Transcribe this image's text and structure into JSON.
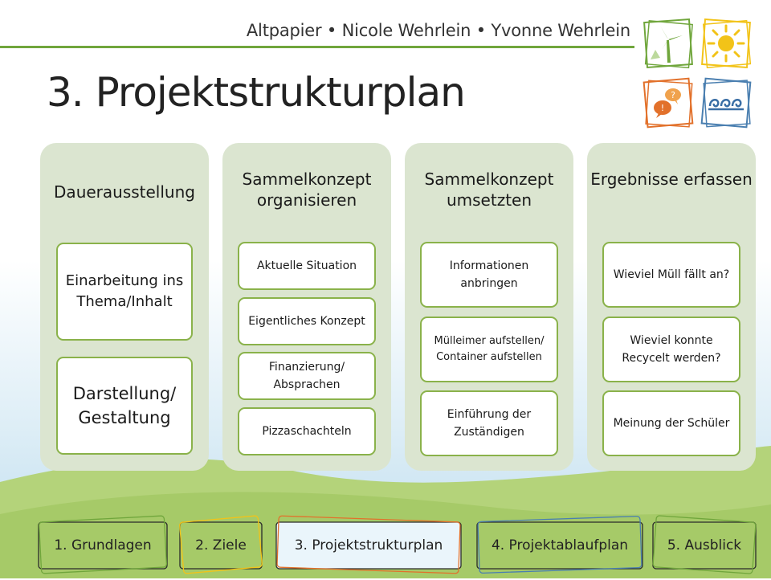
{
  "header": {
    "authors": "Altpapier • Nicole Wehrlein • Yvonne Wehrlein",
    "title": "3. Projektstrukturplan"
  },
  "logos": [
    {
      "icon": "wind-turbine-icon",
      "color": "#70a63c"
    },
    {
      "icon": "sun-icon",
      "color": "#f2c318"
    },
    {
      "icon": "speech-bubbles-icon",
      "color": "#e2712b"
    },
    {
      "icon": "waves-icon",
      "color": "#4a7fb0"
    }
  ],
  "columns": [
    {
      "heading": "Dauerausstellung",
      "items": [
        "Einarbeitung ins Thema/Inhalt",
        "Darstellung/ Gestaltung"
      ]
    },
    {
      "heading": "Sammelkonzept organisieren",
      "items": [
        "Aktuelle Situation",
        "Eigentliches Konzept",
        "Finanzierung/ Absprachen",
        "Pizzaschachteln"
      ]
    },
    {
      "heading": "Sammelkonzept umsetzten",
      "items": [
        "Informationen anbringen",
        "Mülleimer aufstellen/ Container aufstellen",
        "Einführung der Zuständigen"
      ]
    },
    {
      "heading": "Ergebnisse erfassen",
      "items": [
        "Wieviel Müll fällt an?",
        "Wieviel konnte Recycelt werden?",
        "Meinung der Schüler"
      ]
    }
  ],
  "nav": {
    "tabs": [
      "1. Grundlagen",
      "2. Ziele",
      "3. Projektstrukturplan",
      "4. Projektablaufplan",
      "5. Ausblick"
    ],
    "active": "3. Projektstrukturplan"
  },
  "colors": {
    "accent_green": "#70a63c",
    "box_border": "#8ab24a",
    "column_fill": "#dbe5d0",
    "orange": "#e2712b",
    "yellow": "#f2c318",
    "blue": "#4a7fb0"
  }
}
